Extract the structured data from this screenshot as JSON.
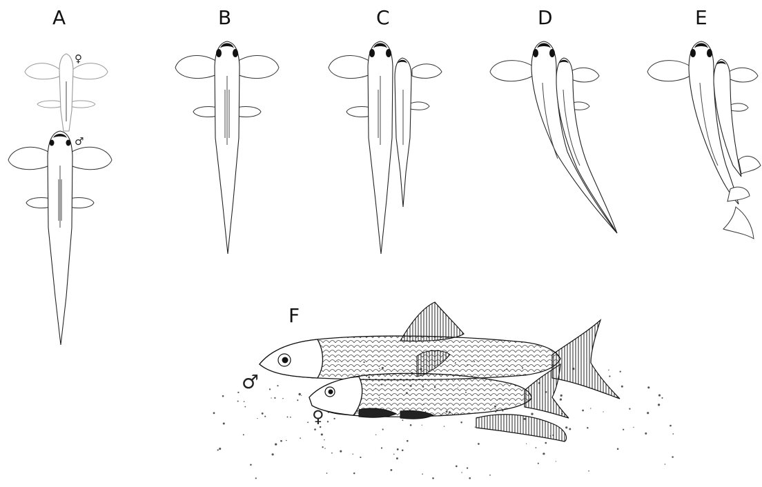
{
  "panels": {
    "a": "A",
    "b": "B",
    "c": "C",
    "d": "D",
    "e": "E",
    "f": "F"
  },
  "symbols": {
    "female": "♀",
    "male": "♂"
  }
}
